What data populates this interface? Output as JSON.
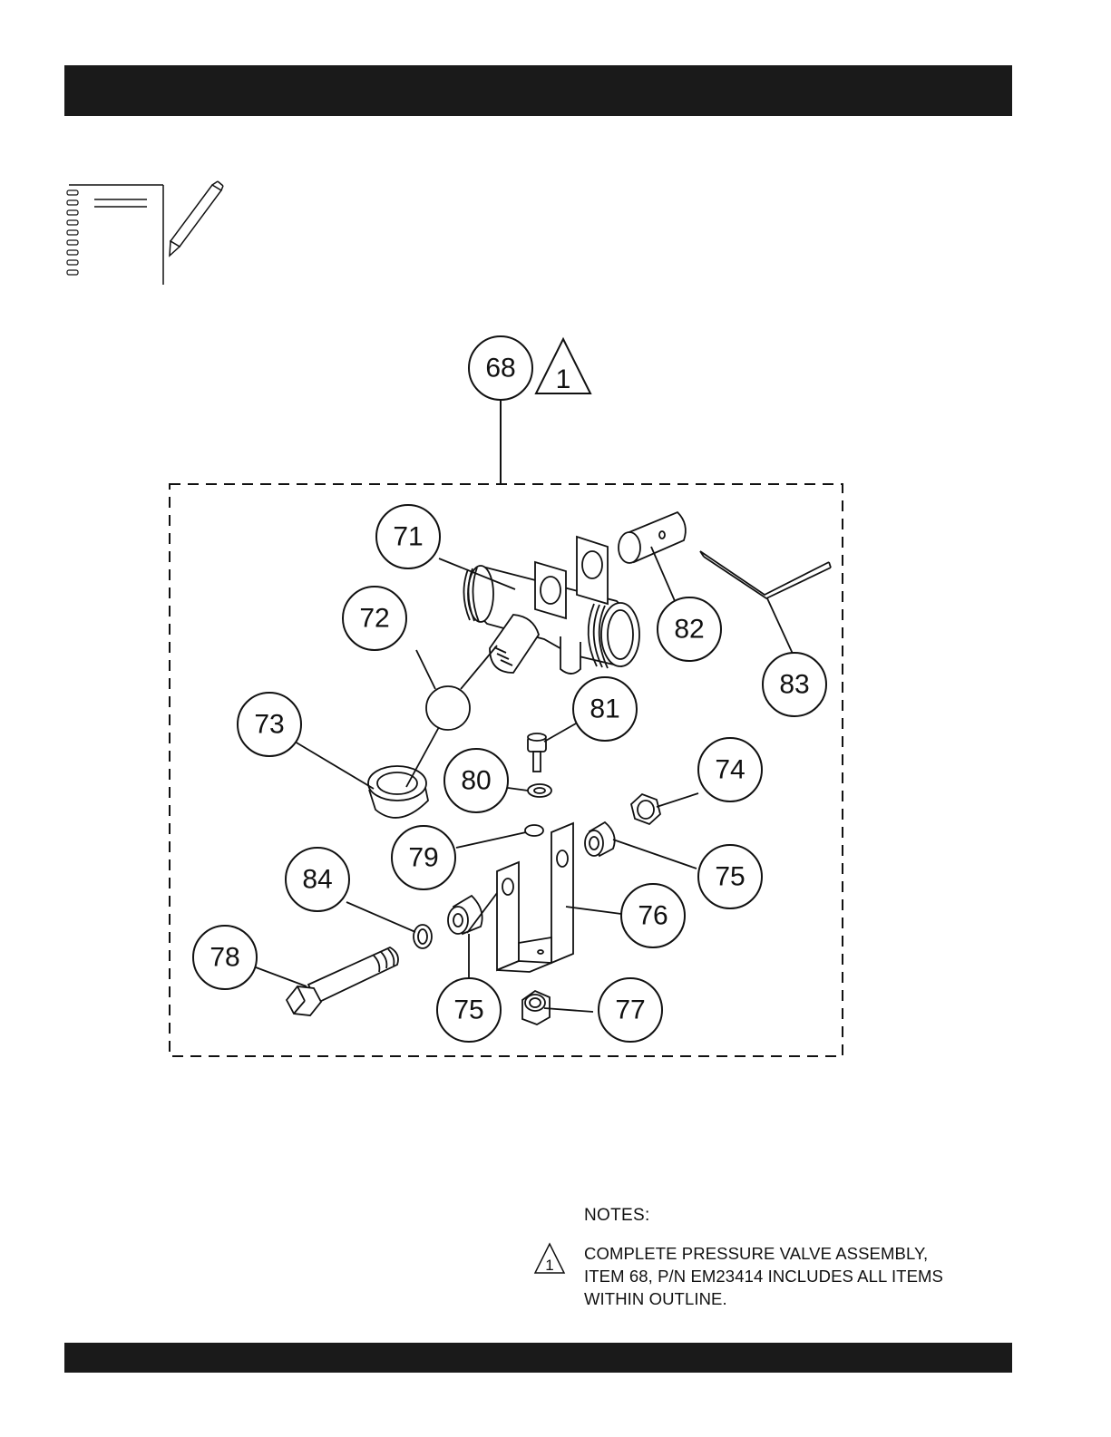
{
  "diagram": {
    "assembly_callout": "68",
    "assembly_note_symbol": "1",
    "callouts": [
      {
        "id": "71",
        "label": "71"
      },
      {
        "id": "72",
        "label": "72"
      },
      {
        "id": "73",
        "label": "73"
      },
      {
        "id": "74",
        "label": "74"
      },
      {
        "id": "75a",
        "label": "75"
      },
      {
        "id": "75b",
        "label": "75"
      },
      {
        "id": "76",
        "label": "76"
      },
      {
        "id": "77",
        "label": "77"
      },
      {
        "id": "78",
        "label": "78"
      },
      {
        "id": "79",
        "label": "79"
      },
      {
        "id": "80",
        "label": "80"
      },
      {
        "id": "81",
        "label": "81"
      },
      {
        "id": "82",
        "label": "82"
      },
      {
        "id": "83",
        "label": "83"
      },
      {
        "id": "84",
        "label": "84"
      }
    ]
  },
  "notes": {
    "heading": "NOTES:",
    "symbol": "1",
    "lines": [
      "COMPLETE PRESSURE VALVE ASSEMBLY,",
      "ITEM 68, P/N EM23414  INCLUDES ALL ITEMS",
      "WITHIN OUTLINE."
    ]
  }
}
